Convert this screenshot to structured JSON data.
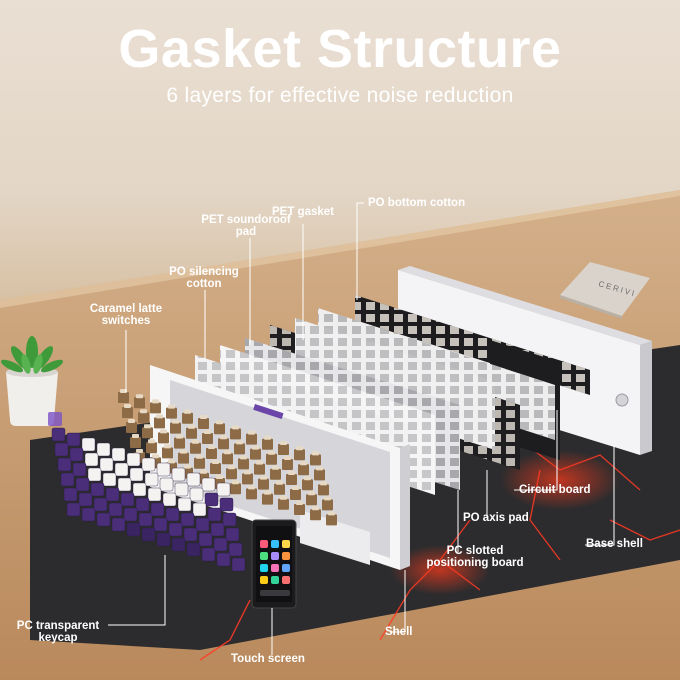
{
  "header": {
    "title": "Gasket Structure",
    "subtitle": "6 layers for effective noise reduction"
  },
  "callouts": {
    "pet_gasket": "PET gasket",
    "po_bottom_cotton": "PO bottom cotton",
    "pet_soundproof_pad": "PET soundoroof pad",
    "po_silencing_cotton": "PO silencing cotton",
    "caramel_switches": "Caramel latte switches",
    "circuit_board": "Circuit board",
    "po_axis_pad": "PO axis pad",
    "base_shell": "Base shell",
    "pc_slotted_board": "PC slotted positioning board",
    "pc_transparent_keycap": "PC transparent keycap",
    "shell": "Shell",
    "touch_screen": "Touch screen"
  },
  "booklet_text": "CERIVI",
  "colors": {
    "wall": "#e7dccf",
    "desk": "#c89f74",
    "mat": "#2b2b2d",
    "accent_purple": "#5b3b8c",
    "switch_brown": "#8a6a48"
  }
}
